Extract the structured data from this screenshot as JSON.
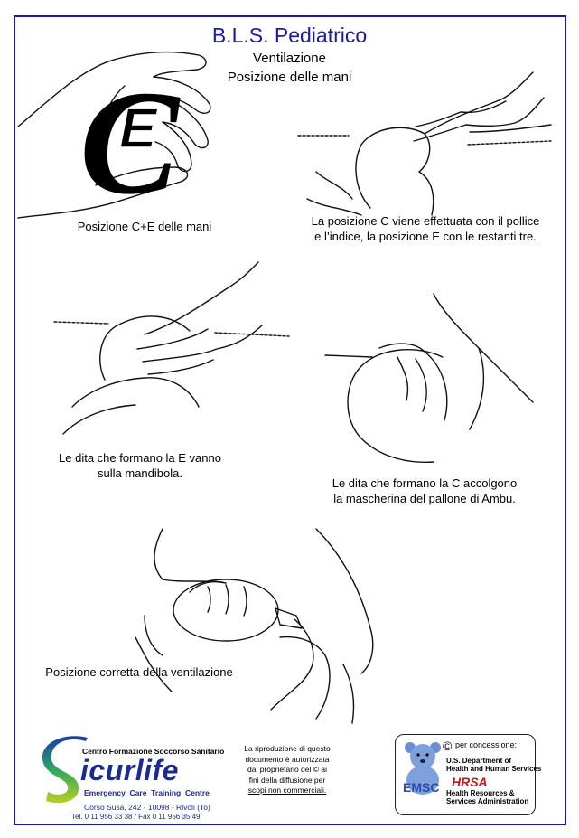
{
  "header": {
    "title": "B.L.S. Pediatrico",
    "subtitle1": "Ventilazione",
    "subtitle2": "Posizione delle mani",
    "title_color": "#1a1aa8"
  },
  "panels": {
    "p1": {
      "caption": "Posizione C+E delle mani",
      "letter_c": "C",
      "letter_e": "E"
    },
    "p2": {
      "caption_l1": "La posizione C viene effettuata con il pollice",
      "caption_l2": "e l’indice, la posizione E con le restanti tre."
    },
    "p3": {
      "caption_l1": "Le dita che formano la E vanno",
      "caption_l2": "sulla mandibola."
    },
    "p4": {
      "caption_l1": "Le dita che formano la C accolgono",
      "caption_l2": "la mascherina del pallone di Ambu."
    },
    "p5": {
      "caption": "Posizione corretta della ventilazione"
    }
  },
  "footer": {
    "left": {
      "org": "Centro Formazione Soccorso Sanitario",
      "logo": "icurlife",
      "tagline": "Emergency  Care  Training  Centre",
      "address": "Corso Susa, 242 - 10098 - Rivoli (To)",
      "phone": "Tel. 0 11 956 33 38 / Fax 0 11 956 35 49"
    },
    "middle": {
      "l1": "La riproduzione di questo",
      "l2": "documento è autorizzata",
      "l3": "dal proprietario del © ai",
      "l4": "fini della diffusione per",
      "l5": "scopi non commerciali."
    },
    "right": {
      "concession": "per concessione:",
      "hhs1": "U.S. Department of",
      "hhs2": "Health and Human Services",
      "hrsa": "HRSA",
      "hrsa1": "Health Resources &",
      "hrsa2": "Services Administration",
      "emsc": "EMSC"
    }
  }
}
